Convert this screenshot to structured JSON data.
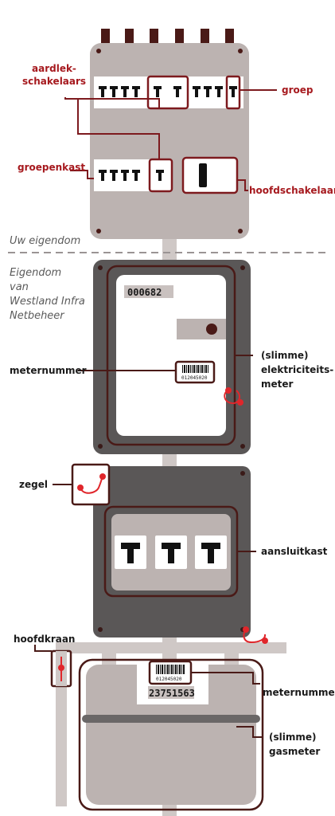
{
  "sections": {
    "own_property": "Uw eigendom",
    "owner_lines": [
      "Eigendom",
      "van",
      "Westland Infra",
      "Netbeheer"
    ]
  },
  "labels": {
    "aardlek_1": "aardlek-",
    "aardlek_2": "schakelaars",
    "groep": "groep",
    "groepenkast": "groepenkast",
    "hoofdschakelaar": "hoofdschakelaar",
    "meternummer_elec": "meternummer",
    "slimme_elec_1": "(slimme)",
    "slimme_elec_2": "elektriciteits-",
    "slimme_elec_3": "meter",
    "zegel": "zegel",
    "aansluitkast": "aansluitkast",
    "hoofdkraan": "hoofdkraan",
    "meternummer_gas": "meternummer",
    "slimme_gas_1": "(slimme)",
    "slimme_gas_2": "gasmeter"
  },
  "electric_meter": {
    "display": "000682",
    "barcode_number": "012045020"
  },
  "gas_meter": {
    "barcode_number": "012045020",
    "display": "23751563"
  },
  "colors": {
    "accent": "#7d1a1e",
    "seal": "#e0262b",
    "panel_light": "#bcb3b1",
    "panel_dark": "#5a5757",
    "cable": "#cfc8c6"
  }
}
